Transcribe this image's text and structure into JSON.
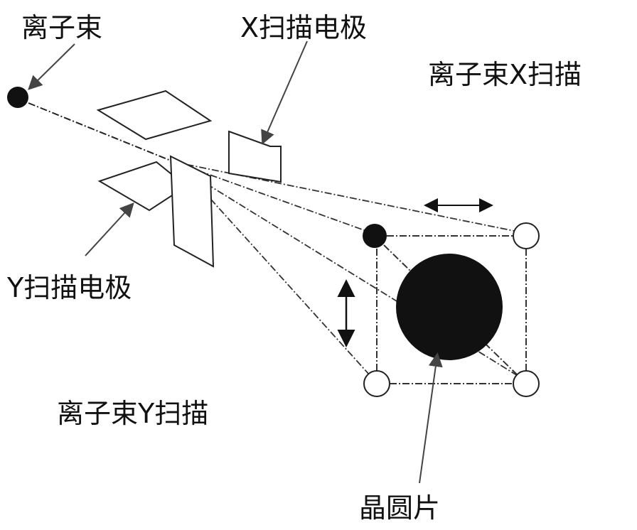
{
  "labels": {
    "ion_beam": "离子束",
    "x_electrode": "X扫描电极",
    "ion_beam_x_scan": "离子束X扫描",
    "y_electrode": "Y扫描电极",
    "ion_beam_y_scan": "离子束Y扫描",
    "wafer": "晶圆片"
  },
  "colors": {
    "ink": "#111111",
    "background": "#ffffff"
  }
}
